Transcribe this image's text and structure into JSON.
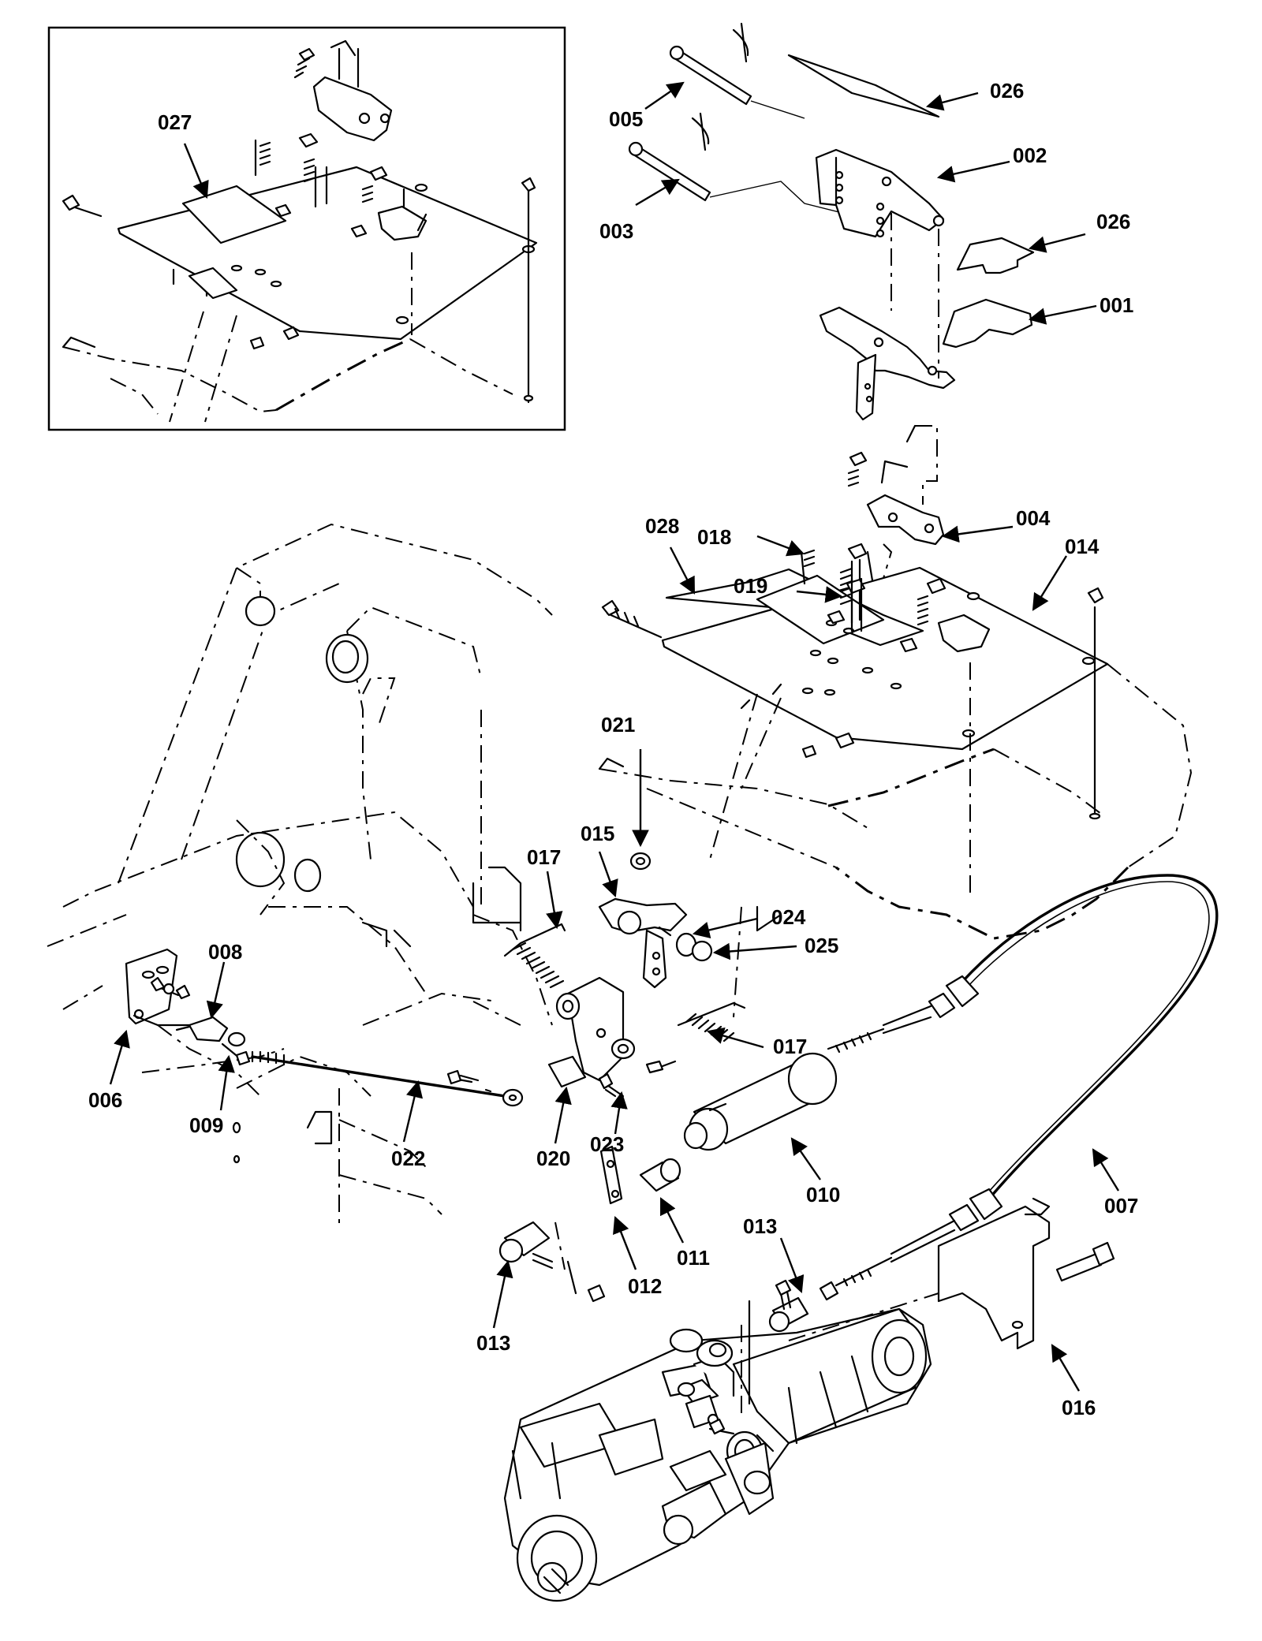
{
  "callouts": [
    {
      "id": "c026a",
      "label": "026"
    },
    {
      "id": "c005",
      "label": "005"
    },
    {
      "id": "c002",
      "label": "002"
    },
    {
      "id": "c003",
      "label": "003"
    },
    {
      "id": "c026b",
      "label": "026"
    },
    {
      "id": "c001",
      "label": "001"
    },
    {
      "id": "c027",
      "label": "027"
    },
    {
      "id": "c004",
      "label": "004"
    },
    {
      "id": "c028",
      "label": "028"
    },
    {
      "id": "c018",
      "label": "018"
    },
    {
      "id": "c014",
      "label": "014"
    },
    {
      "id": "c019",
      "label": "019"
    },
    {
      "id": "c021",
      "label": "021"
    },
    {
      "id": "c015",
      "label": "015"
    },
    {
      "id": "c017a",
      "label": "017"
    },
    {
      "id": "c024",
      "label": "024"
    },
    {
      "id": "c025",
      "label": "025"
    },
    {
      "id": "c008",
      "label": "008"
    },
    {
      "id": "c017b",
      "label": "017"
    },
    {
      "id": "c006",
      "label": "006"
    },
    {
      "id": "c009",
      "label": "009"
    },
    {
      "id": "c022",
      "label": "022"
    },
    {
      "id": "c020",
      "label": "020"
    },
    {
      "id": "c023",
      "label": "023"
    },
    {
      "id": "c010",
      "label": "010"
    },
    {
      "id": "c007",
      "label": "007"
    },
    {
      "id": "c013a",
      "label": "013"
    },
    {
      "id": "c011",
      "label": "011"
    },
    {
      "id": "c012",
      "label": "012"
    },
    {
      "id": "c013b",
      "label": "013"
    },
    {
      "id": "c016",
      "label": "016"
    }
  ]
}
